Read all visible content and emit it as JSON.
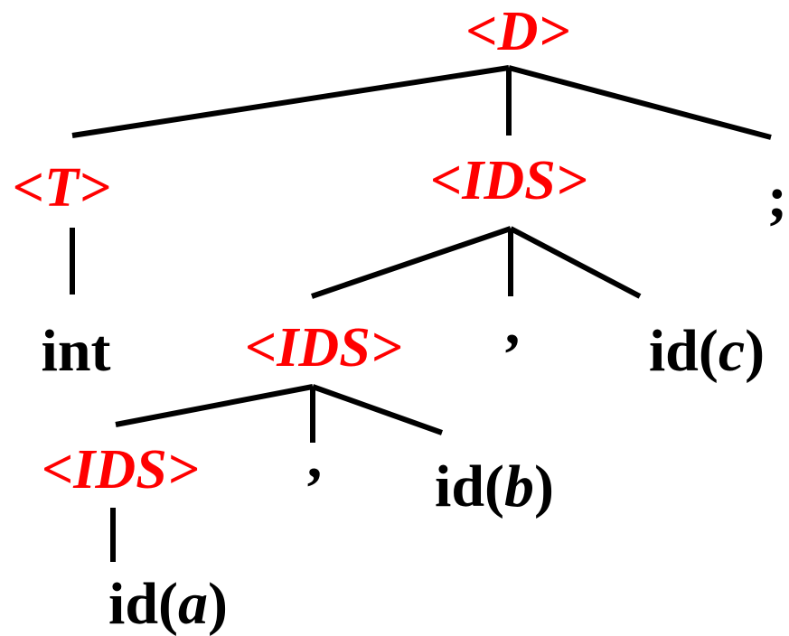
{
  "colors": {
    "nonterminal": "#ff0000",
    "terminal": "#000000",
    "edge": "#000000"
  },
  "nodes": {
    "d": "<D>",
    "t": "<T>",
    "ids_top": "<IDS>",
    "semicolon": ";",
    "int": "int",
    "ids_mid": "<IDS>",
    "comma_mid": ",",
    "id_c": {
      "prefix": "id(",
      "var": "c",
      "suffix": ")"
    },
    "ids_low": "<IDS>",
    "comma_low": ",",
    "id_b": {
      "prefix": "id(",
      "var": "b",
      "suffix": ")"
    },
    "id_a": {
      "prefix": "id(",
      "var": "a",
      "suffix": ")"
    }
  }
}
